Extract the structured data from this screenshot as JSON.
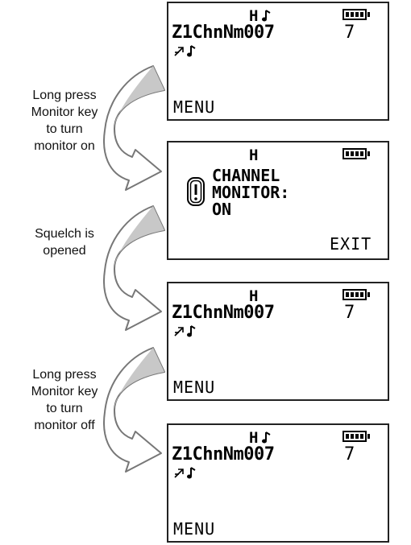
{
  "battery": {
    "bars": 4,
    "icon": "battery-full-icon"
  },
  "screens": [
    {
      "power": "H",
      "power_icon": "music-note-icon",
      "channel_name": "Z1ChnNm007",
      "channel_number": "7",
      "status_icons": [
        "diagonal-arrow-icon",
        "music-note-icon"
      ],
      "softkey": "MENU"
    },
    {
      "power": "H",
      "message_lines": [
        "CHANNEL",
        "MONITOR:",
        "ON"
      ],
      "info_icon": "alert-exclamation-icon",
      "softkey": "EXIT"
    },
    {
      "power": "H",
      "channel_name": "Z1ChnNm007",
      "channel_number": "7",
      "status_icons": [
        "diagonal-arrow-icon",
        "music-note-icon"
      ],
      "softkey": "MENU"
    },
    {
      "power": "H",
      "power_icon": "music-note-icon",
      "channel_name": "Z1ChnNm007",
      "channel_number": "7",
      "status_icons": [
        "diagonal-arrow-icon",
        "music-note-icon"
      ],
      "softkey": "MENU"
    }
  ],
  "steps": [
    {
      "lines": [
        "Long press",
        "Monitor key",
        "to turn",
        "monitor on"
      ]
    },
    {
      "lines": [
        "Squelch is",
        "opened"
      ]
    },
    {
      "lines": [
        "Long press",
        "Monitor key",
        "to turn",
        "monitor off"
      ]
    }
  ]
}
